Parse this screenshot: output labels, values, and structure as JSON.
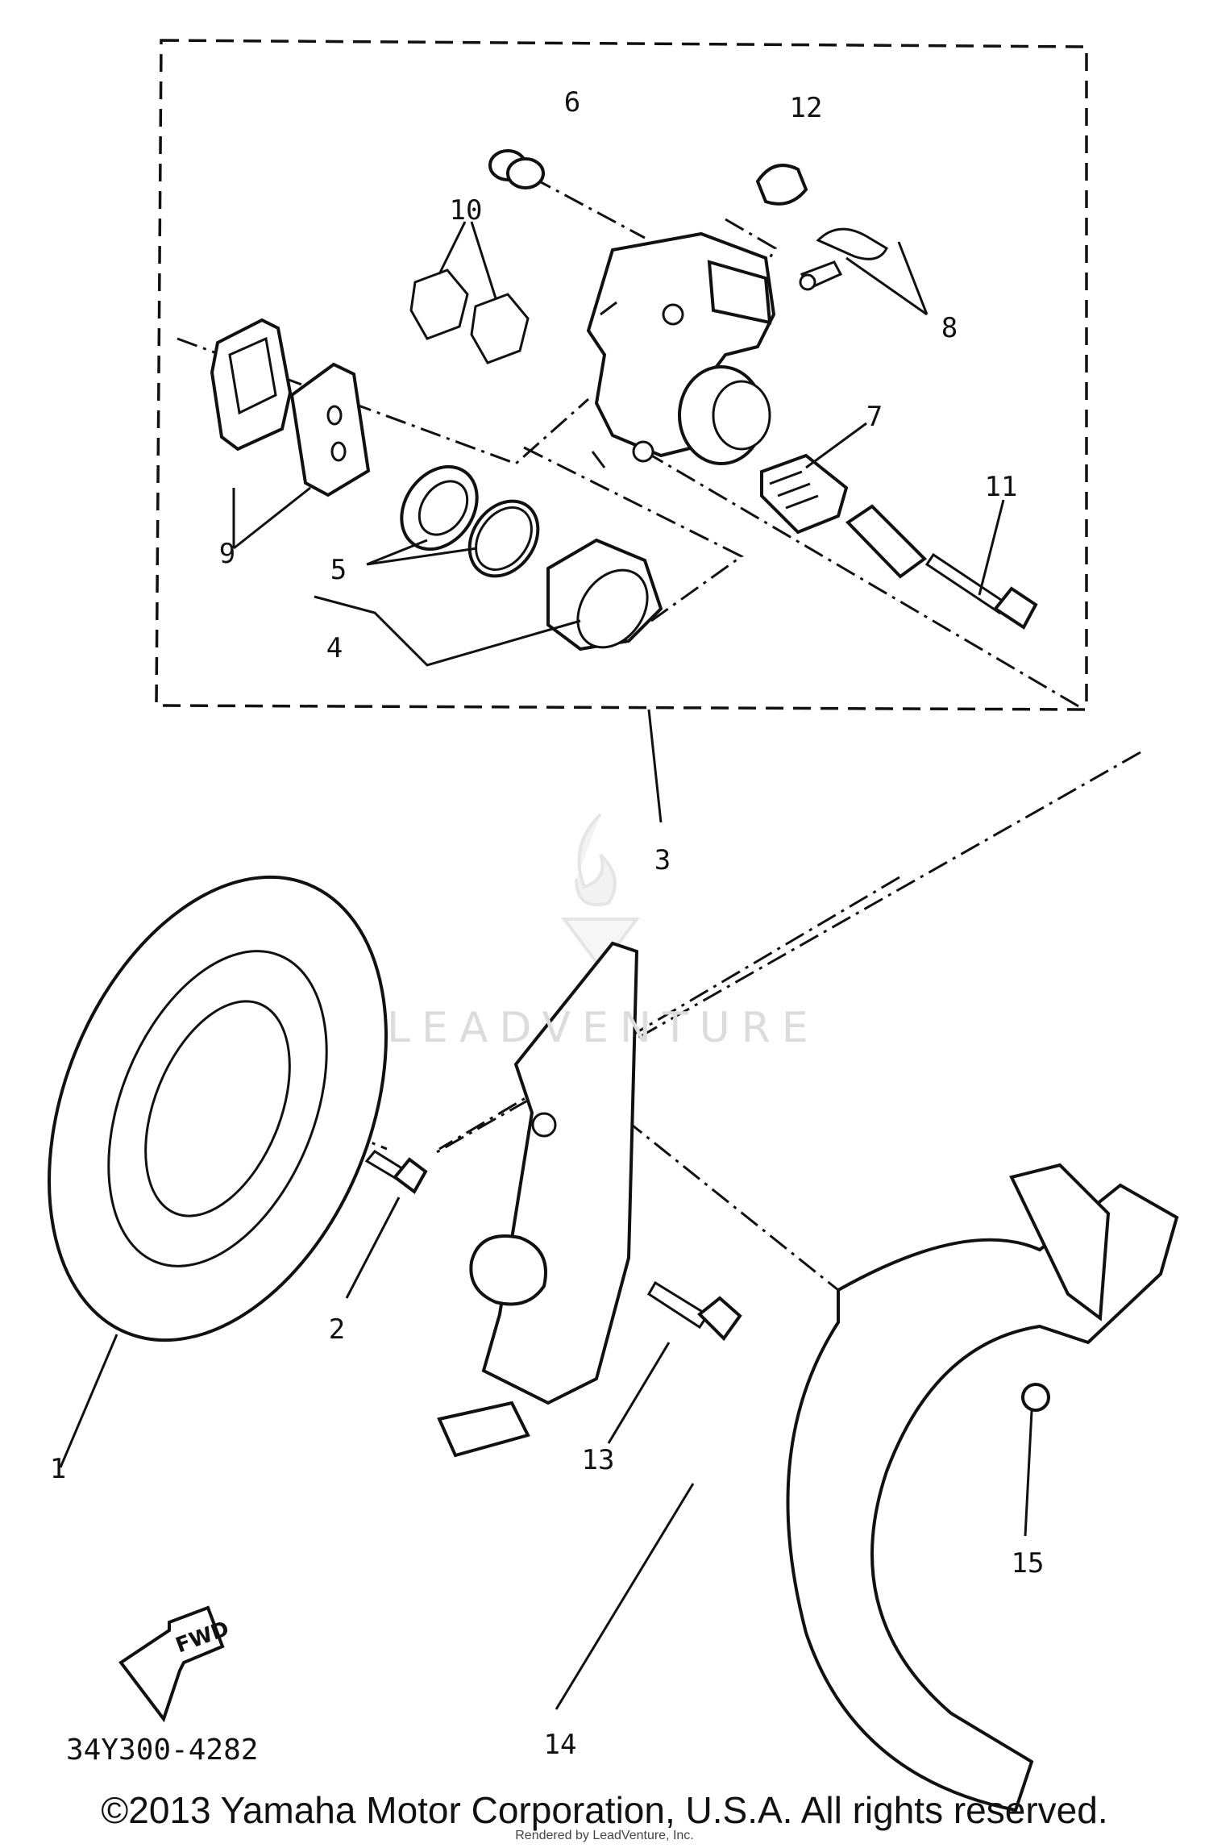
{
  "diagram": {
    "callouts": [
      "1",
      "2",
      "3",
      "4",
      "5",
      "6",
      "7",
      "8",
      "9",
      "10",
      "11",
      "12",
      "13",
      "14",
      "15"
    ],
    "fwd_label": "FWD",
    "drawing_number": "34Y300-4282",
    "watermark": "LEADVENTURE",
    "copyright": "©2013 Yamaha Motor Corporation, U.S.A. All rights reserved.",
    "rendered_by": "Rendered by LeadVenture, Inc."
  }
}
